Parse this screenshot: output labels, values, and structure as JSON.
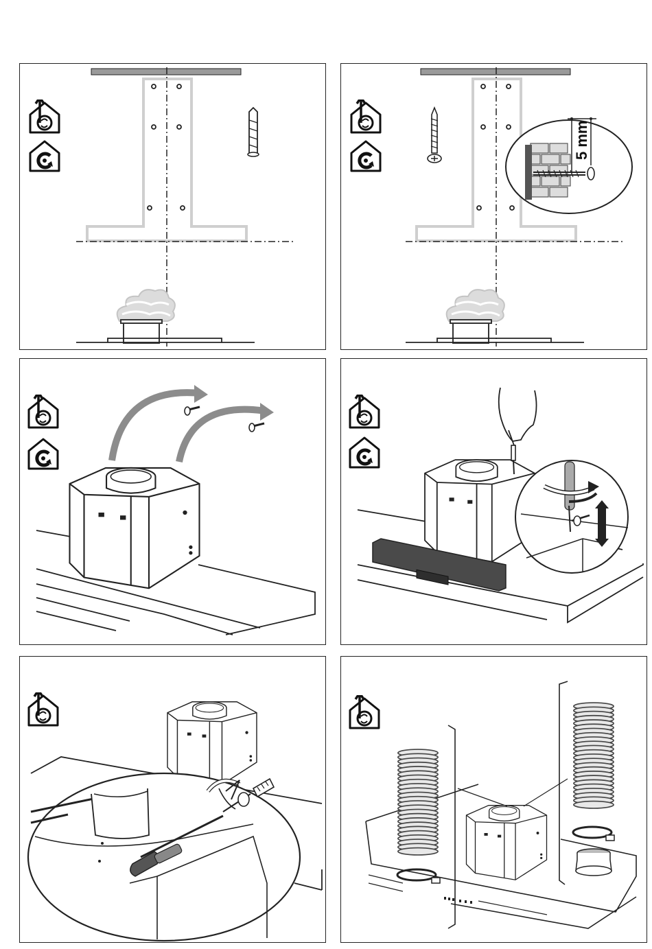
{
  "page": {
    "panels": [
      {
        "id": "step-1",
        "icons": [
          "ducted-mode-icon",
          "recirculation-mode-icon"
        ]
      },
      {
        "id": "step-2",
        "icons": [
          "ducted-mode-icon",
          "recirculation-mode-icon"
        ],
        "dimension_label": "5 mm"
      },
      {
        "id": "step-3",
        "icons": [
          "ducted-mode-icon",
          "recirculation-mode-icon"
        ]
      },
      {
        "id": "step-4",
        "icons": [
          "ducted-mode-icon",
          "recirculation-mode-icon"
        ]
      },
      {
        "id": "step-5",
        "icons": [
          "ducted-mode-icon"
        ]
      },
      {
        "id": "step-6",
        "icons": [
          "ducted-mode-icon"
        ]
      }
    ],
    "colors": {
      "line": "#222222",
      "grey_bar": "#9a9a9a",
      "light_grey": "#cfcfcf",
      "arrow_grey": "#8c8c8c",
      "level_bar": "#4a4a4a"
    }
  }
}
